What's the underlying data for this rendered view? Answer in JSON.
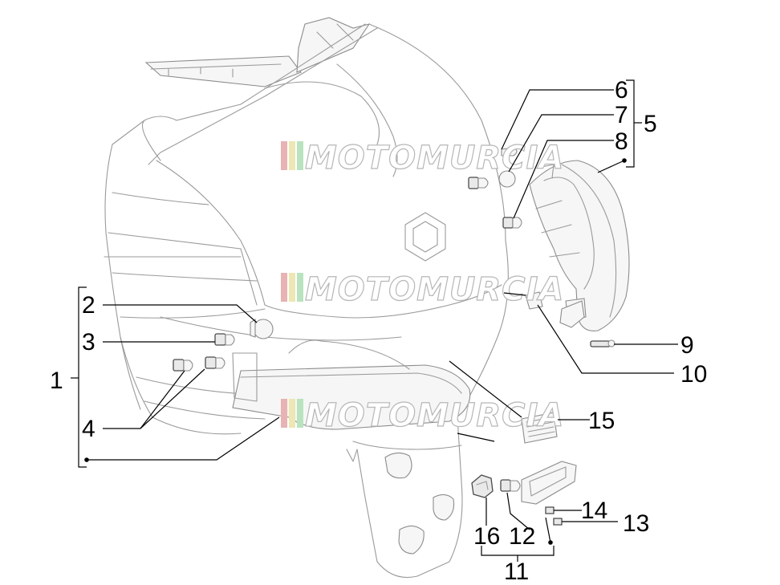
{
  "watermark": {
    "text": "MOTOMURCIA",
    "stripe_colors": [
      "#e8b3b3",
      "#ece7b4",
      "#b9e3bf"
    ]
  },
  "callouts": [
    {
      "id": "1",
      "label": "1"
    },
    {
      "id": "2",
      "label": "2"
    },
    {
      "id": "3",
      "label": "3"
    },
    {
      "id": "4",
      "label": "4"
    },
    {
      "id": "5",
      "label": "5"
    },
    {
      "id": "6",
      "label": "6"
    },
    {
      "id": "7",
      "label": "7"
    },
    {
      "id": "8",
      "label": "8"
    },
    {
      "id": "9",
      "label": "9"
    },
    {
      "id": "10",
      "label": "10"
    },
    {
      "id": "11",
      "label": "11"
    },
    {
      "id": "12",
      "label": "12"
    },
    {
      "id": "13",
      "label": "13"
    },
    {
      "id": "14",
      "label": "14"
    },
    {
      "id": "15",
      "label": "15"
    },
    {
      "id": "16",
      "label": "16"
    }
  ]
}
